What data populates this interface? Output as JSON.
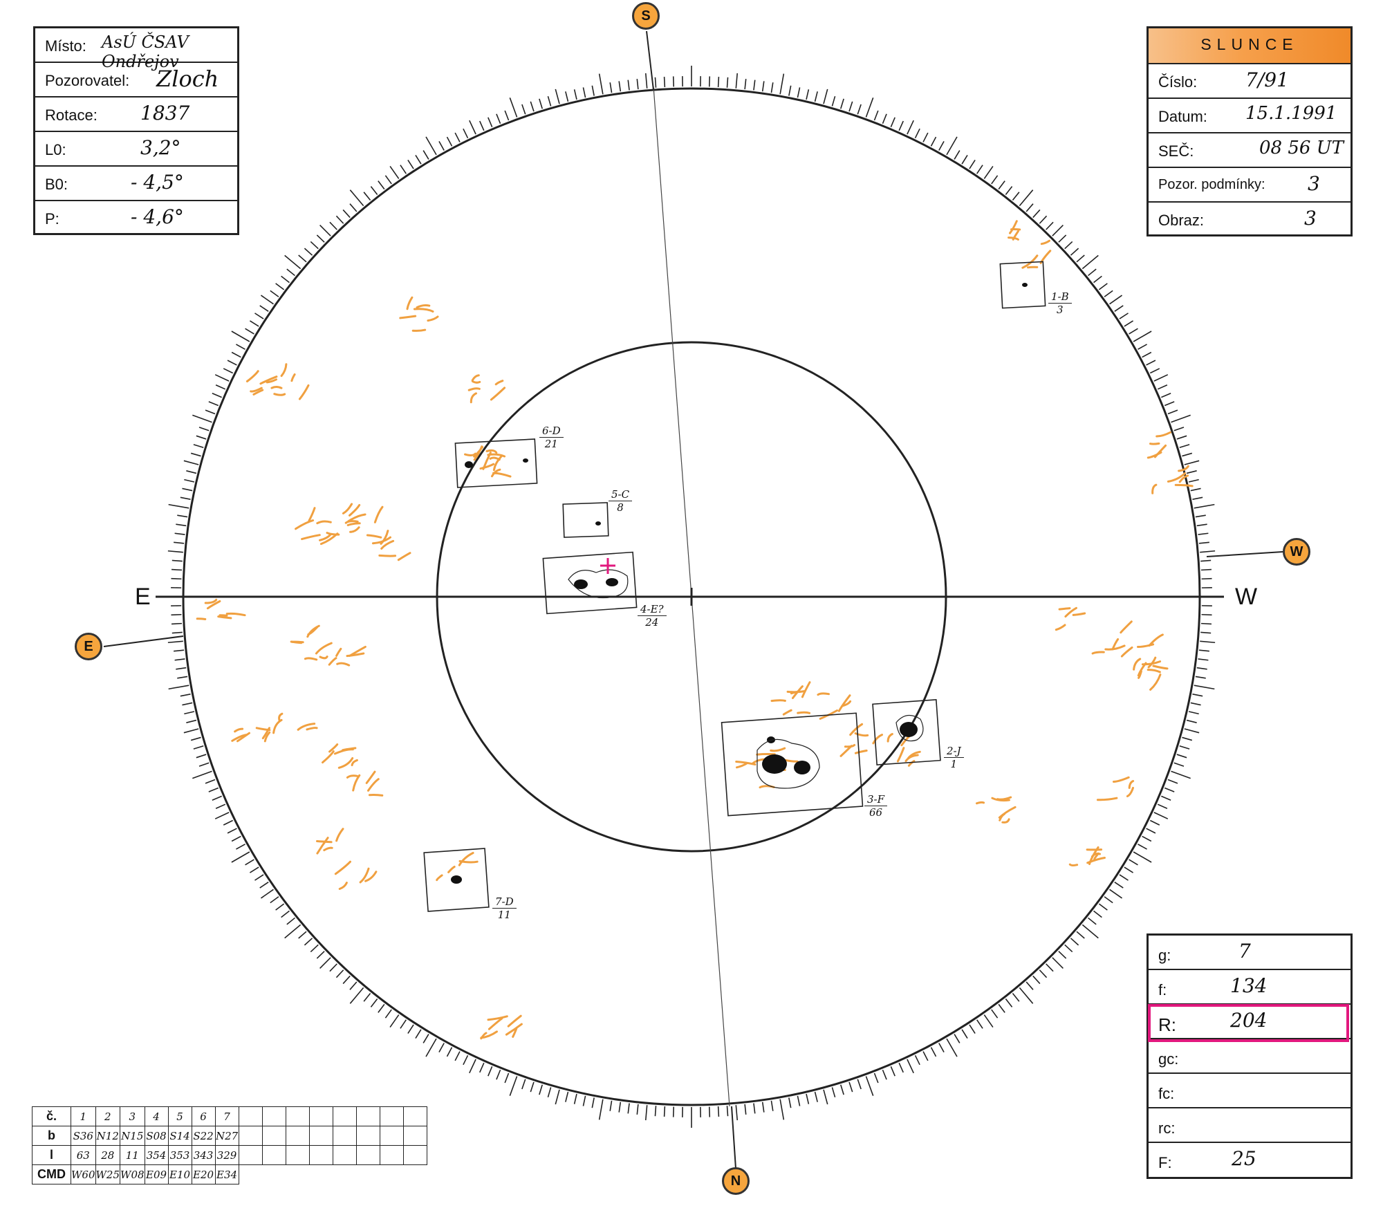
{
  "observation": {
    "misto_label": "Místo:",
    "misto_value": "AsÚ ČSAV Ondřejov",
    "pozorovatel_label": "Pozorovatel:",
    "pozorovatel_value": "Zloch",
    "rotace_label": "Rotace:",
    "rotace_value": "1837",
    "l0_label": "L0:",
    "l0_value": "3,2°",
    "b0_label": "B0:",
    "b0_value": "- 4,5°",
    "p_label": "P:",
    "p_value": "- 4,6°"
  },
  "header": {
    "title": "SLUNCE",
    "cislo_label": "Číslo:",
    "cislo_value": "7/91",
    "datum_label": "Datum:",
    "datum_value": "15.1.1991",
    "sec_label": "SEČ:",
    "sec_value": "08 56 UT",
    "podminky_label": "Pozor. podmínky:",
    "podminky_value": "3",
    "obraz_label": "Obraz:",
    "obraz_value": "3"
  },
  "counts": {
    "g_label": "g:",
    "g_value": "7",
    "f_label": "f:",
    "f_value": "134",
    "r_label": "R:",
    "r_value": "204",
    "gc_label": "gc:",
    "fc_label": "fc:",
    "rc_label": "rc:",
    "F_label": "F:",
    "F_value": "25",
    "highlight_color": "#e2187e"
  },
  "directions": {
    "E": "E",
    "W": "W",
    "S": "S",
    "N": "N"
  },
  "groups_table": {
    "row_labels": [
      "č.",
      "b",
      "l",
      "CMD"
    ],
    "numbers": [
      "1",
      "2",
      "3",
      "4",
      "5",
      "6",
      "7"
    ],
    "b": [
      "S36",
      "N12",
      "N15",
      "S08",
      "S14",
      "S22",
      "N27"
    ],
    "l": [
      "63",
      "28",
      "11",
      "354",
      "353",
      "343",
      "329"
    ],
    "cmd": [
      "W60",
      "W25",
      "W08",
      "E09",
      "E10",
      "E20",
      "E34"
    ]
  },
  "drawn_groups": [
    {
      "id": "1-B",
      "count": "3"
    },
    {
      "id": "2-J",
      "count": "1"
    },
    {
      "id": "3-F",
      "count": "66"
    },
    {
      "id": "4-E?",
      "count": "24"
    },
    {
      "id": "5-C",
      "count": "8"
    },
    {
      "id": "6-D",
      "count": "21"
    },
    {
      "id": "7-D",
      "count": "11"
    }
  ],
  "colors": {
    "accent": "#f6a53d",
    "faculae": "#f0a040",
    "ink": "#222222"
  }
}
